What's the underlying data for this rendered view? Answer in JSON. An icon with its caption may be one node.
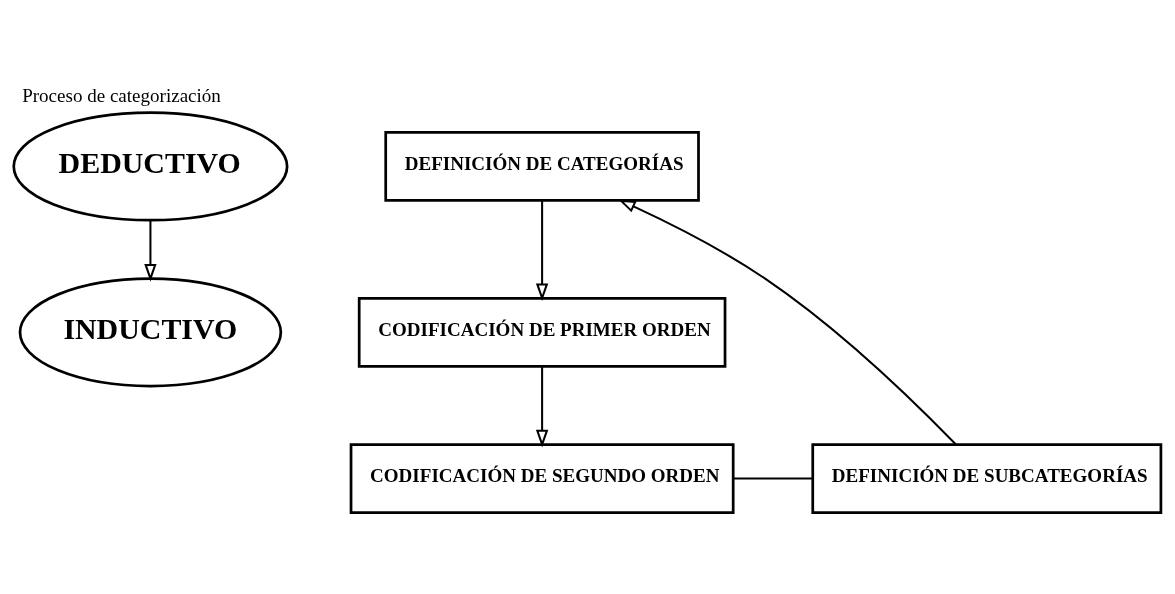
{
  "diagram": {
    "title": "Proceso de categorización",
    "nodes": [
      {
        "text": [
          "DEDUCTIVO"
        ]
      },
      {
        "text": [
          "DEFINICIÓN DE CATEGORÍAS"
        ]
      },
      {
        "text": [
          "INDUCTIVO"
        ]
      },
      {
        "text": [
          "CODIFICACIÓN DE PRIMER ORDEN"
        ]
      },
      {
        "text": [
          "CODIFICACIÓN DE SEGUNDO ORDEN"
        ]
      },
      {
        "text": [
          "DEFINICIÓN DE SUBCATEGORÍAS"
        ]
      }
    ],
    "edges": [
      {
        "from": 0,
        "to": 2,
        "arrow": "to"
      },
      {
        "from": 1,
        "to": 3,
        "arrow": "to"
      },
      {
        "from": 3,
        "to": 4,
        "arrow": "to"
      },
      {
        "from": 4,
        "to": 5,
        "arrow": "none"
      },
      {
        "from": 5,
        "to": 1,
        "arrow": "to"
      }
    ]
  }
}
